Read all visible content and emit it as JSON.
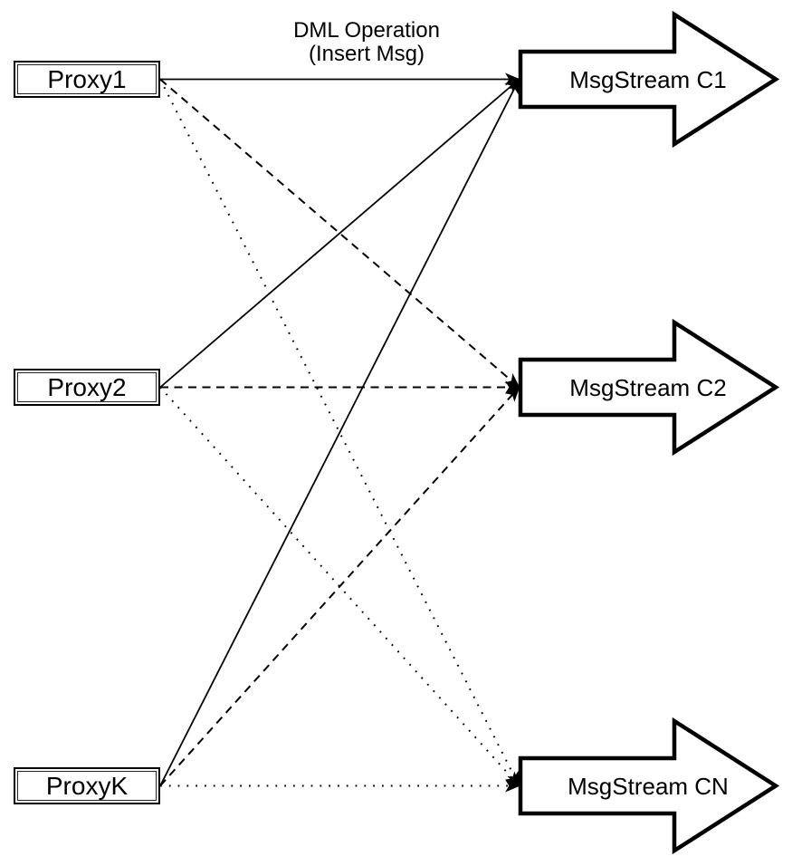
{
  "title": {
    "line1": "DML Operation",
    "line2": "(Insert Msg)"
  },
  "nodes": {
    "proxies": [
      {
        "id": "proxy1",
        "label": "Proxy1"
      },
      {
        "id": "proxy2",
        "label": "Proxy2"
      },
      {
        "id": "proxyk",
        "label": "ProxyK"
      }
    ],
    "streams": [
      {
        "id": "c1",
        "label": "MsgStream C1"
      },
      {
        "id": "c2",
        "label": "MsgStream C2"
      },
      {
        "id": "cn",
        "label": "MsgStream CN"
      }
    ]
  },
  "edges": [
    {
      "from": "proxy1",
      "to": "c1",
      "style": "solid"
    },
    {
      "from": "proxy2",
      "to": "c1",
      "style": "solid"
    },
    {
      "from": "proxyk",
      "to": "c1",
      "style": "solid"
    },
    {
      "from": "proxy1",
      "to": "c2",
      "style": "dashed"
    },
    {
      "from": "proxy2",
      "to": "c2",
      "style": "dashed"
    },
    {
      "from": "proxyk",
      "to": "c2",
      "style": "dashed"
    },
    {
      "from": "proxy1",
      "to": "cn",
      "style": "dotted"
    },
    {
      "from": "proxy2",
      "to": "cn",
      "style": "dotted"
    },
    {
      "from": "proxyk",
      "to": "cn",
      "style": "dotted"
    }
  ],
  "colors": {
    "stroke": "#000000",
    "background": "#ffffff"
  }
}
